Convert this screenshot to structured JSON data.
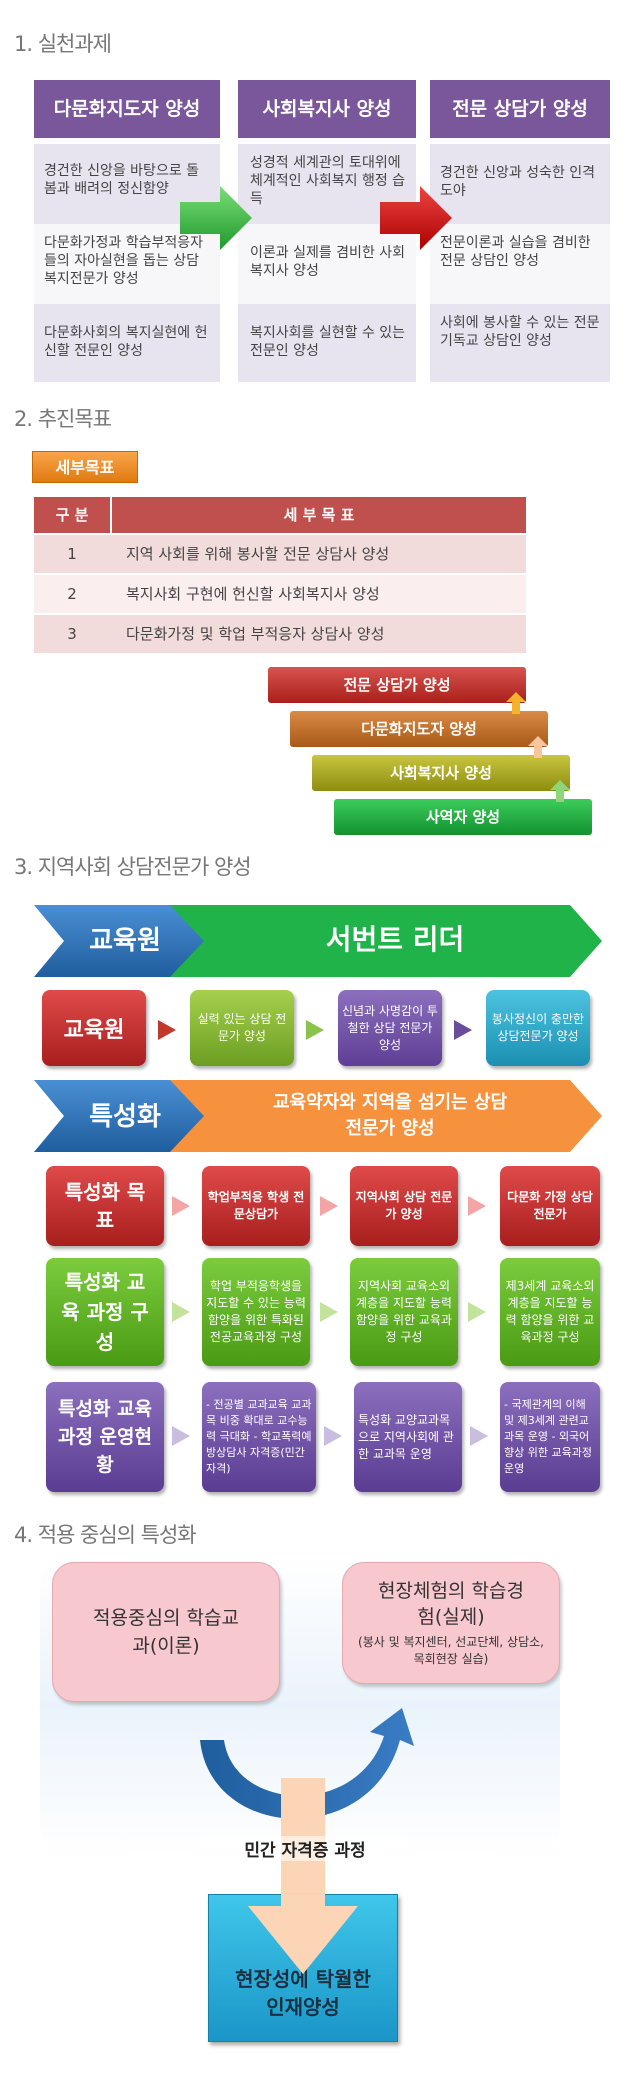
{
  "s1": {
    "title": "1. 실천과제",
    "columns": [
      {
        "head": "다문화지도자 양성",
        "cells": [
          "경건한 신앙을 바탕으로 돌봄과 배려의 정신함양",
          "다문화가정과 학습부적응자들의 자아실현을 돕는 상담복지전문가 양성",
          "다문화사회의 복지실현에 헌신할 전문인 양성"
        ]
      },
      {
        "head": "사회복지사 양성",
        "cells": [
          "성경적 세계관의 토대위에 체계적인 사회복지 행정 습득",
          "이론과 실제를 겸비한 사회복지사 양성",
          "복지사회를 실현할 수 있는 전문인 양성"
        ]
      },
      {
        "head": "전문 상담가 양성",
        "cells": [
          "경건한 신앙과 성숙한 인격도야",
          "전문이론과 실습을 겸비한 전문 상담인 양성",
          "사회에 봉사할 수 있는 전문 기독교 상담인 양성"
        ]
      }
    ]
  },
  "s2": {
    "title": "2. 추진목표",
    "badge": "세부목표",
    "table_head": [
      "구 분",
      "세 부 목 표"
    ],
    "rows": [
      {
        "num": "1",
        "text": "지역 사회를 위해 봉사할 전문 상담사 양성"
      },
      {
        "num": "2",
        "text": "복지사회 구현에 헌신할 사회복지사 양성"
      },
      {
        "num": "3",
        "text": "다문화가정 및 학업 부적응자 상담사 양성"
      }
    ],
    "stairs": [
      "전문 상담가 양성",
      "다문화지도자 양성",
      "사회복지사 양성",
      "사역자 양성"
    ]
  },
  "s3": {
    "title": "3. 지역사회 상담전문가 양성",
    "banner1": {
      "left": "교육원",
      "right": "서번트 리더"
    },
    "row1": {
      "head": "교육원",
      "items": [
        "실력 있는 상담 전문가 양성",
        "신념과 사명감이 투철한 상담 전문가 양성",
        "봉사정신이 충만한 상담전문가 양성"
      ]
    },
    "banner2": {
      "left": "특성화",
      "right": "교육약자와 지역을 섬기는 상담전문가 양성"
    },
    "row2": {
      "head": "특성화 목표",
      "items": [
        "학업부적응 학생 전문상담가",
        "지역사회 상담 전문가 양성",
        "다문화 가정 상담 전문가"
      ]
    },
    "row3": {
      "head": "특성화 교육 과정 구성",
      "items": [
        "학업 부적응학생을 지도할 수 있는 능력 함양을 위한 특화된 전공교육과정 구성",
        "지역사회 교육소외 계층을 지도할 능력 함양을 위한 교육과정 구성",
        "제3세계 교육소외 계층을 지도할 능력 함양을 위한 교육과정 구성"
      ]
    },
    "row4": {
      "head": "특성화 교육과정 운영현황",
      "items": [
        "- 전공별 교과교육 교과목 비중 확대로 교수능력 극대화 - 학교폭력예방상담사 자격증(민간자격)",
        "특성화 교양교과목으로 지역사회에 관한 교과목 운영",
        "- 국제관계의 이해 및 제3세계 관련교과목 운영 - 외국어 향상 위한 교육과정 운영"
      ]
    }
  },
  "s4": {
    "title": "4. 적용 중심의 특성화",
    "left_box": "적용중심의 학습교과(이론)",
    "right_box_main": "현장체험의 학습경험(실제)",
    "right_box_sub": "(봉사 및 복지센터, 선교단체, 상담소, 목회현장 실습)",
    "middle_label": "민간 자격증 과정",
    "bottom_box": "현장성에 탁월한 인재양성"
  },
  "colors": {
    "purple": "#7a569a",
    "red": "#c0504d",
    "green": "#22b14c",
    "blue": "#2e75b6",
    "orange": "#f79646"
  }
}
